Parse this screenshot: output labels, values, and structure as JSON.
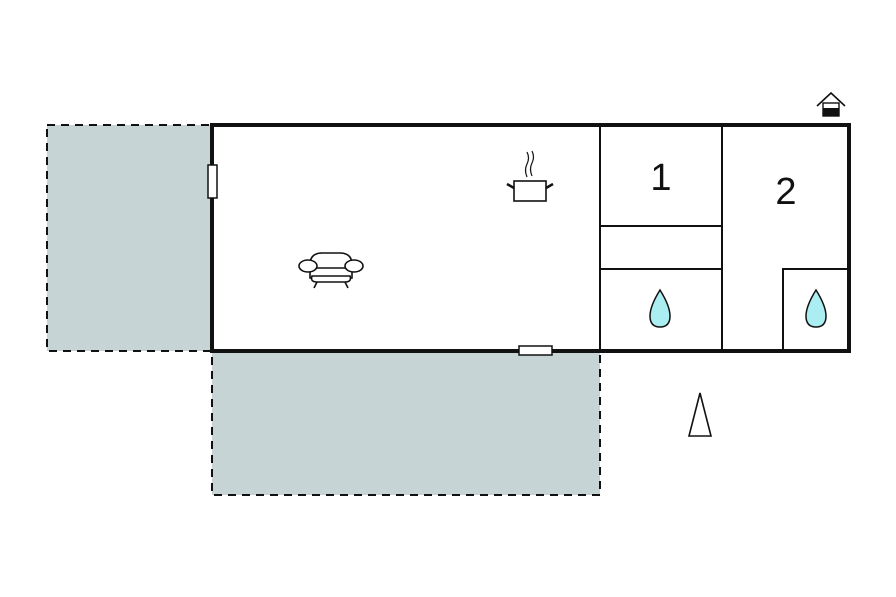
{
  "diagram": {
    "type": "floor-plan",
    "colors": {
      "terrace": "#c7d4d5",
      "wall": "#111111",
      "water": "#aaeef2",
      "background": "#ffffff"
    },
    "rooms": [
      {
        "id": "living-kitchen",
        "label": "",
        "icons": [
          "sofa-icon",
          "cooking-pot-icon"
        ]
      },
      {
        "id": "bedroom-1",
        "label": "1"
      },
      {
        "id": "bedroom-2",
        "label": "2"
      },
      {
        "id": "hallway",
        "label": ""
      },
      {
        "id": "bathroom-1",
        "label": "",
        "icons": [
          "water-drop-icon"
        ]
      },
      {
        "id": "bathroom-2",
        "label": "",
        "icons": [
          "water-drop-icon"
        ]
      }
    ],
    "terraces": [
      {
        "id": "terrace-west"
      },
      {
        "id": "terrace-south"
      }
    ],
    "symbols": {
      "entrance": "house-entrance-icon",
      "north": "north-arrow-icon"
    }
  }
}
